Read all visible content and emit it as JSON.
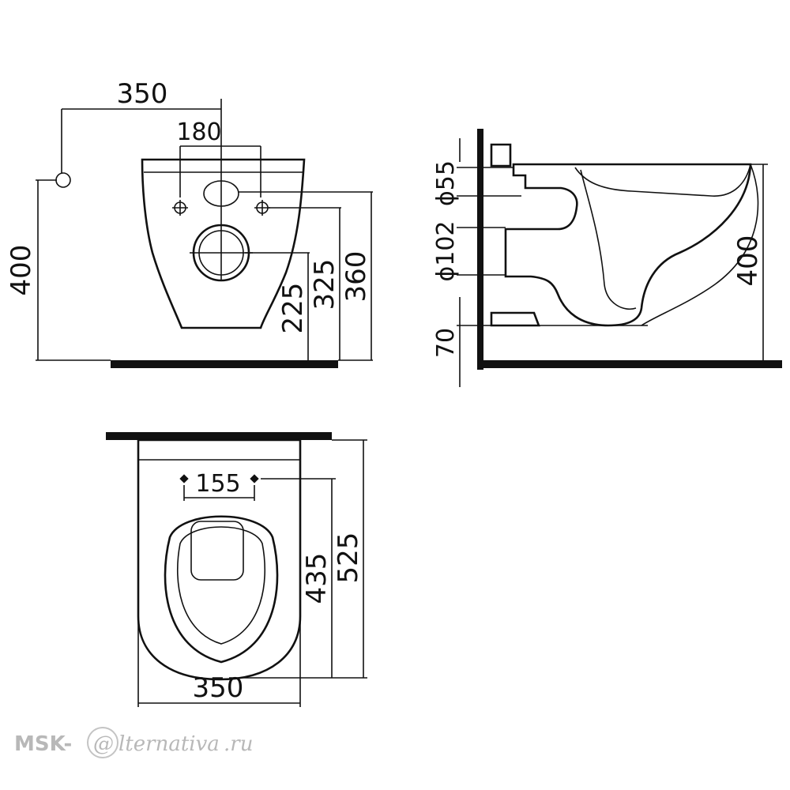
{
  "front_view": {
    "width_to_drain": "350",
    "bolt_spacing": "180",
    "height_total": "400",
    "height_drain": "225",
    "height_lower_bolts": "325",
    "height_upper_opening": "360"
  },
  "side_view": {
    "inlet_diameter": "ϕ55",
    "outlet_diameter": "ϕ102",
    "floor_clearance": "70",
    "height_total": "400"
  },
  "top_view": {
    "bolt_spacing": "155",
    "depth_to_front": "435",
    "overall_depth": "525",
    "width": "350"
  },
  "watermark": {
    "prefix": "MSK-",
    "script": "lternativa",
    "suffix": ".ru"
  }
}
